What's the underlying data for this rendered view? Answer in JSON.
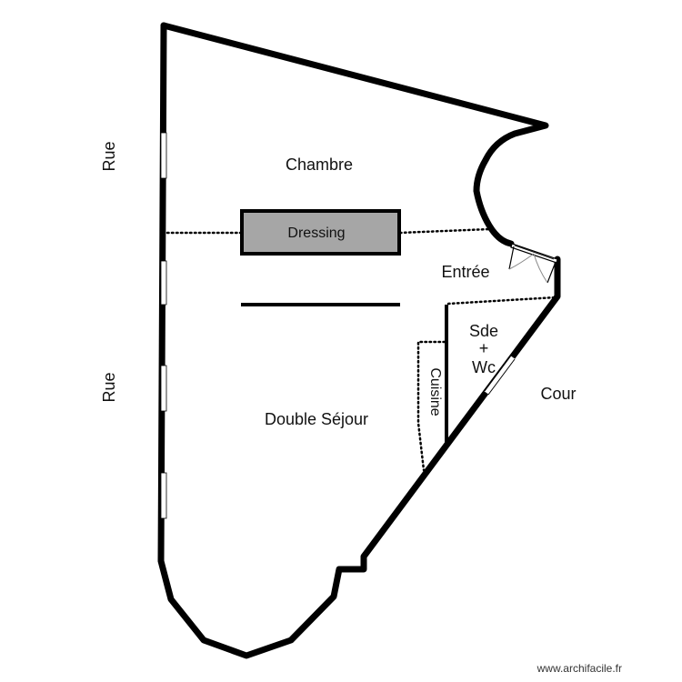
{
  "rooms": {
    "chambre": "Chambre",
    "dressing": "Dressing",
    "entree": "Entrée",
    "sde_line1": "Sde",
    "sde_line2": "+",
    "sde_line3": "Wc",
    "cuisine": "Cuisine",
    "double_sejour": "Double Séjour",
    "cour": "Cour"
  },
  "street_labels": {
    "rue_top": "Rue",
    "rue_bottom": "Rue"
  },
  "colors": {
    "wall": "#000000",
    "dressing_fill": "#a6a6a6",
    "background": "#ffffff"
  },
  "watermark": "www.archifacile.fr"
}
